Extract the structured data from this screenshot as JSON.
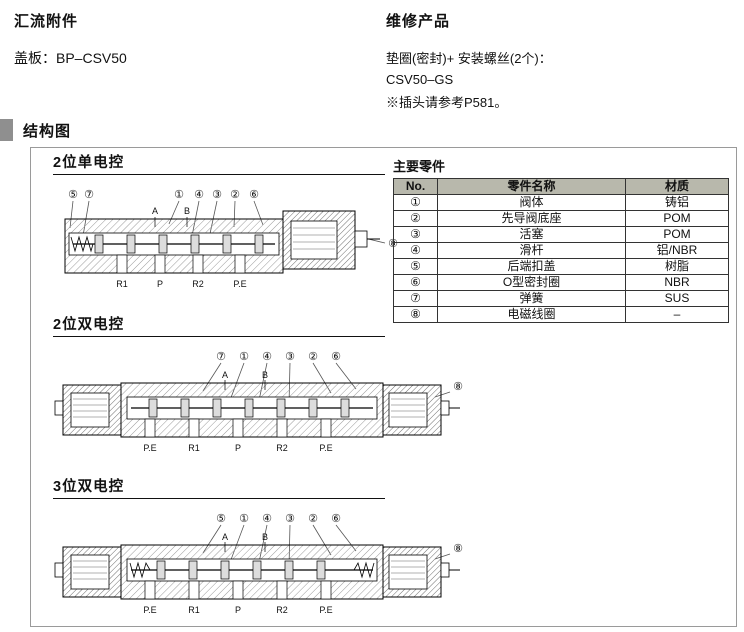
{
  "header": {
    "left": {
      "title": "汇流附件",
      "line": "盖板：BP–CSV50"
    },
    "right": {
      "title": "维修产品",
      "line1": "垫圈(密封)+ 安装螺丝(2个)：",
      "line2": "CSV50–GS",
      "line3": "※插头请参考P581。"
    }
  },
  "section": {
    "title": "结构图"
  },
  "parts_table": {
    "title": "主要零件",
    "headers": [
      "No.",
      "零件名称",
      "材质"
    ],
    "rows": [
      [
        "①",
        "阀体",
        "铸铝"
      ],
      [
        "②",
        "先导阀底座",
        "POM"
      ],
      [
        "③",
        "活塞",
        "POM"
      ],
      [
        "④",
        "滑杆",
        "铝/NBR"
      ],
      [
        "⑤",
        "后端扣盖",
        "树脂"
      ],
      [
        "⑥",
        "O型密封圈",
        "NBR"
      ],
      [
        "⑦",
        "弹簧",
        "SUS"
      ],
      [
        "⑧",
        "电磁线圈",
        "–"
      ]
    ]
  },
  "diagrams": [
    {
      "title": "2位单电控",
      "callouts": [
        "⑤",
        "⑦",
        "①",
        "④",
        "③",
        "②",
        "⑥"
      ],
      "side_callout": "⑧",
      "labels": {
        "a": "A",
        "b": "B"
      },
      "ports": [
        "R1",
        "P",
        "R2",
        "P.E"
      ]
    },
    {
      "title": "2位双电控",
      "callouts": [
        "⑦",
        "①",
        "④",
        "③",
        "②",
        "⑥"
      ],
      "side_callout": "⑧",
      "labels": {
        "a": "A",
        "b": "B"
      },
      "ports": [
        "P.E",
        "R1",
        "P",
        "R2",
        "P.E"
      ]
    },
    {
      "title": "3位双电控",
      "callouts": [
        "⑤",
        "①",
        "④",
        "③",
        "②",
        "⑥"
      ],
      "side_callout": "⑧",
      "labels": {
        "a": "A",
        "b": "B"
      },
      "ports": [
        "P.E",
        "R1",
        "P",
        "R2",
        "P.E"
      ]
    }
  ]
}
